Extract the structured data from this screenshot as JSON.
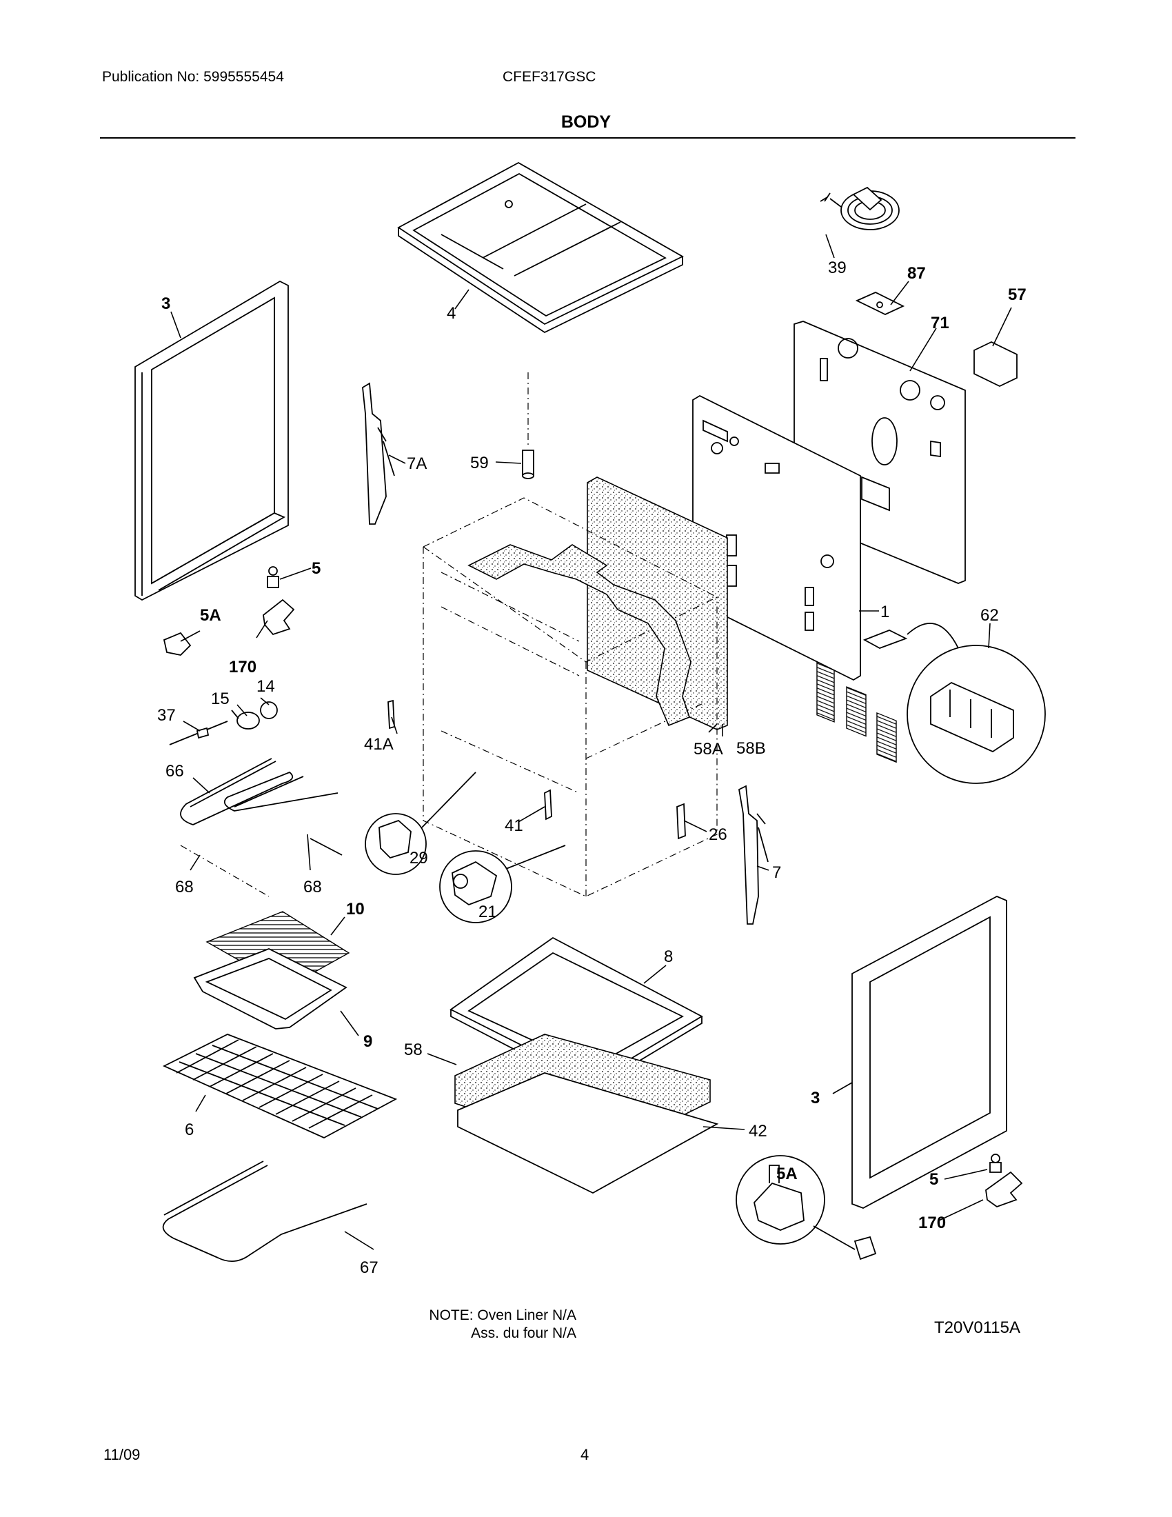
{
  "header": {
    "publication": "Publication No: 5995555454",
    "model": "CFEF317GSC"
  },
  "title": "BODY",
  "callouts": {
    "c1": "1",
    "c3a": "3",
    "c3b": "3",
    "c4": "4",
    "c5a": "5",
    "c5b": "5",
    "c5Aa": "5A",
    "c5Ab": "5A",
    "c6": "6",
    "c7": "7",
    "c7A": "7A",
    "c8": "8",
    "c9": "9",
    "c10": "10",
    "c14": "14",
    "c15": "15",
    "c21": "21",
    "c26": "26",
    "c29": "29",
    "c37": "37",
    "c39": "39",
    "c41": "41",
    "c41A": "41A",
    "c42": "42",
    "c57": "57",
    "c58": "58",
    "c58A": "58A",
    "c58B": "58B",
    "c59": "59",
    "c62": "62",
    "c66": "66",
    "c67": "67",
    "c68a": "68",
    "c68b": "68",
    "c71": "71",
    "c87": "87",
    "c170a": "170",
    "c170b": "170"
  },
  "note": {
    "line1": "NOTE: Oven Liner N/A",
    "line2": "Ass. du four N/A"
  },
  "diagram_code": "T20V0115A",
  "footer": {
    "date": "11/09",
    "page": "4"
  }
}
